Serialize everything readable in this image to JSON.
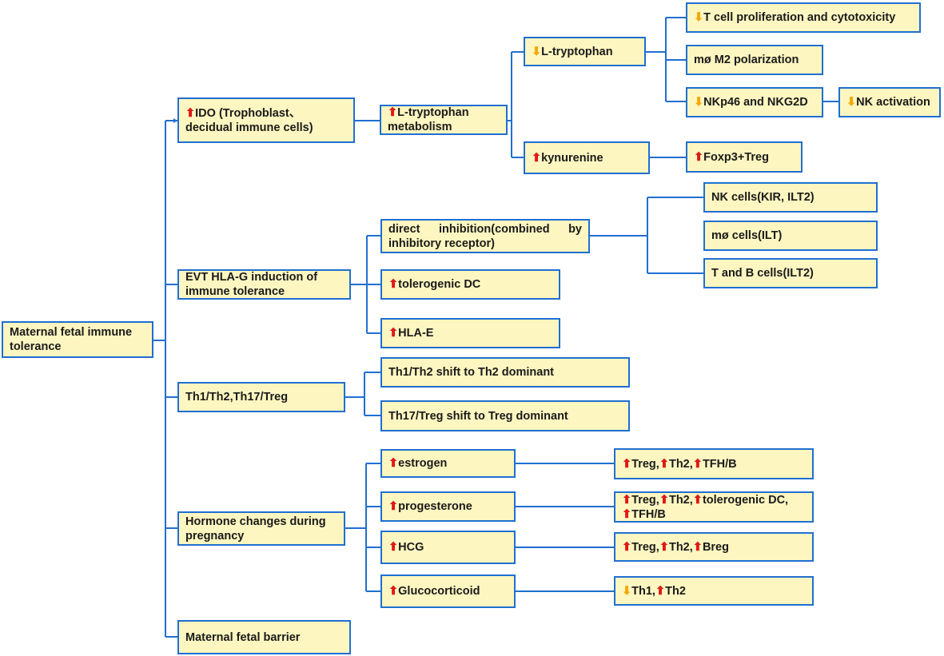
{
  "colors": {
    "box_fill": "#fdf6c0",
    "box_border": "#1f6fd1",
    "connector": "#1f6fd1",
    "up_arrow": "#e01818",
    "down_arrow": "#f2a900"
  },
  "root": "Maternal fetal immune tolerance",
  "l1": {
    "ido": "IDO (Trophoblast、decidual immune cells)",
    "evt": "EVT HLA-G  induction of immune tolerance",
    "th": "Th1/Th2,Th17/Treg",
    "hormone": "Hormone changes during pregnancy",
    "barrier": "Maternal fetal barrier"
  },
  "ido_branch": {
    "metabolism": "L-tryptophan metabolism",
    "ltryptophan": "L-tryptophan",
    "kynurenine": "kynurenine",
    "tcell": "T cell proliferation and cytotoxicity",
    "m2": "mø M2 polarization",
    "nkp46": "NKp46 and NKG2D",
    "nkact": "NK activation",
    "foxp3": "Foxp3+Treg"
  },
  "evt_branch": {
    "direct": "direct  inhibition(combined  by inhibitory  receptor)",
    "tdc": "tolerogenic DC",
    "hlae": "HLA-E",
    "nk": "NK cells(KIR, ILT2)",
    "mo": "mø cells(ILT)",
    "tb": "T and B cells(ILT2)"
  },
  "th_branch": {
    "th1th2": "Th1/Th2  shift  to  Th2  dominant",
    "th17": "Th17/Treg  shift  to Treg  dominant"
  },
  "hormone_branch": {
    "estrogen": "estrogen",
    "progesterone": "progesterone",
    "hcg": "HCG",
    "gluco": "Glucocorticoid",
    "estrogen_effects": [
      "Treg,",
      "Th2,",
      "TFH/B"
    ],
    "progesterone_effects": [
      "Treg,",
      "Th2,",
      "tolerogenic DC,",
      "TFH/B"
    ],
    "hcg_effects": [
      "Treg,",
      "Th2,",
      "Breg"
    ],
    "gluco_effects": [
      "Th1,",
      "Th2"
    ]
  },
  "arrows": {
    "up": "⬆",
    "down": "⬇"
  }
}
